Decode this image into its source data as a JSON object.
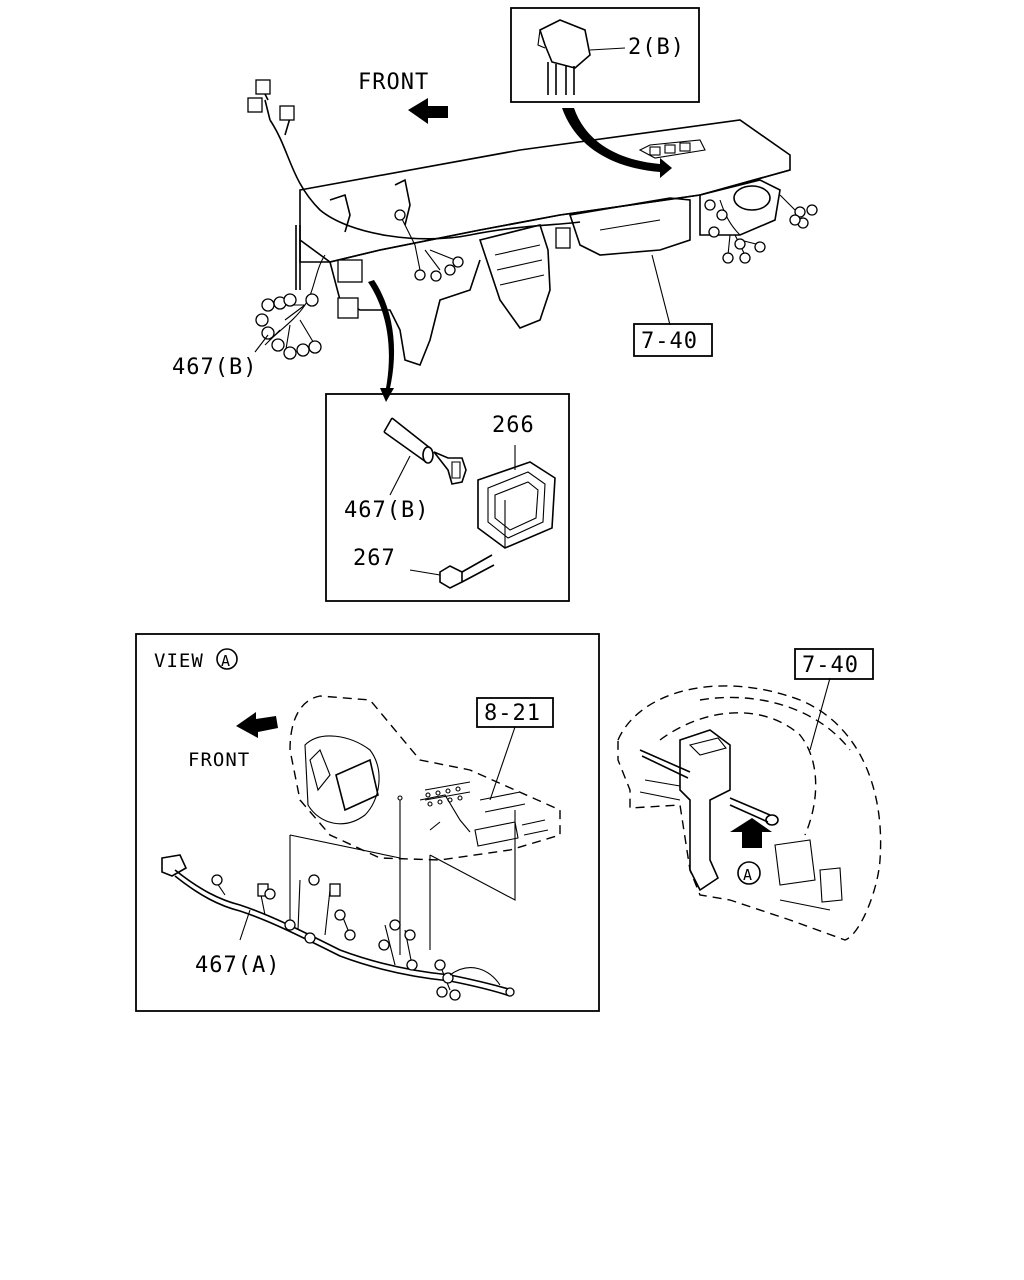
{
  "labels": {
    "front_top": "FRONT",
    "part_2b": "2(B)",
    "part_740_top": "7-40",
    "part_467b_main": "467(B)",
    "part_266": "266",
    "part_467b_detail": "467(B)",
    "part_267": "267",
    "view_a": "VIEW",
    "view_a_circle": "A",
    "front_view": "FRONT",
    "part_821": "8-21",
    "part_467a": "467(A)",
    "part_740_right": "7-40",
    "circle_a_right": "A"
  }
}
